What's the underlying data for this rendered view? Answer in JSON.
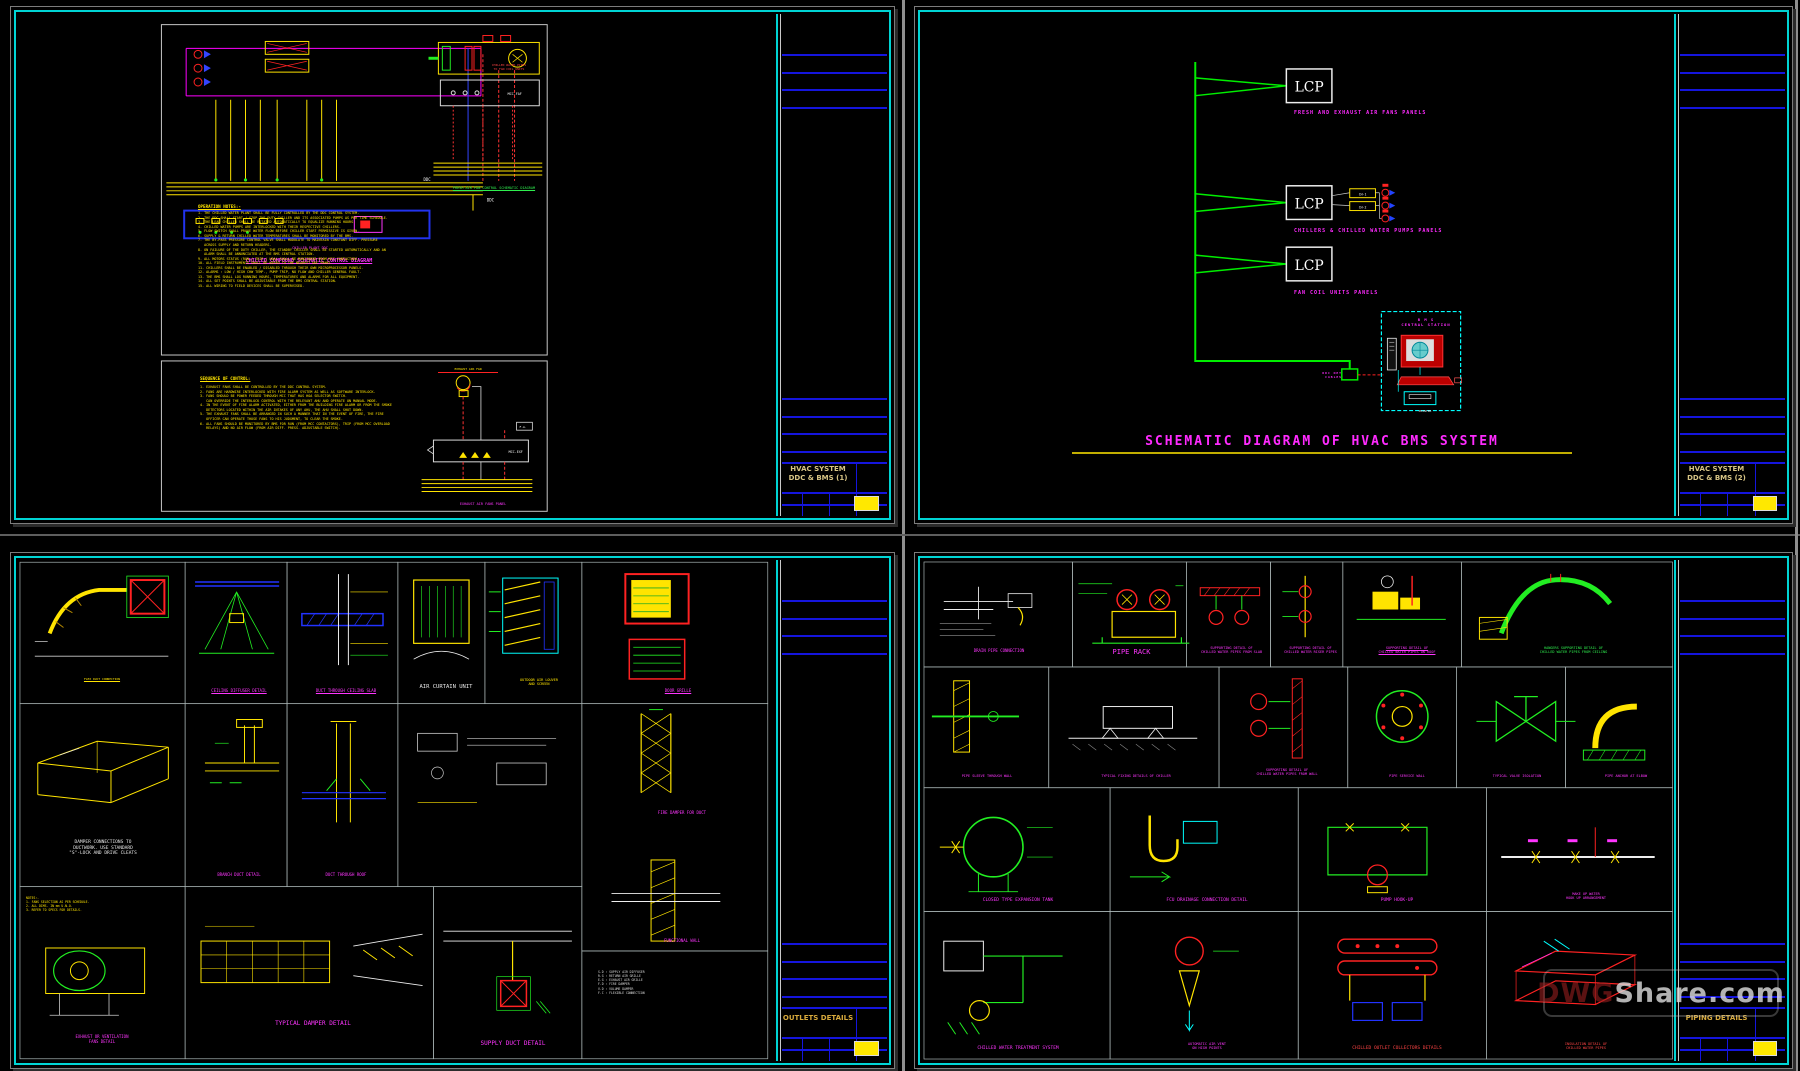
{
  "watermark": {
    "prefix": "DWG",
    "suffix": "Share.com"
  },
  "sheets": {
    "s1": {
      "tb": {
        "title": "HVAC SYSTEM\nDDC & BMS (1)"
      },
      "diagram1_title": "CHILLED COMPOUND SCHEMATIC CONTROL DIAGRAM",
      "diagram1_panel_label": "CHILLER PLANT DDC",
      "pipes_label": "CHILLED WATER PIPES\nTO FAN COIL UNITS",
      "ddc_label": "DDC",
      "diagram2_title": "FRESH AIR FAN CONTROL SCHEMATIC DIAGRAM",
      "ahu_panel_label": "MCC-FAF",
      "notes_heading": "OPERATION NOTES:-",
      "notes": [
        "1- THE CHILLED WATER PLANT SHALL BE FULLY CONTROLLED BY THE DDC CONTROL SYSTEM.",
        "2- THE DDC SHALL START / STOP THE DUTY CHILLER AND ITS ASSOCIATED PUMPS AS PER TIME SCHEDULE.",
        "3- THE LEAD CHILLER SHALL BE ROTATED AUTOMATICALLY TO EQUALIZE RUNNING HOURS.",
        "4- CHILLED WATER PUMPS ARE INTERLOCKED WITH THEIR RESPECTIVE CHILLERS.",
        "5- FLOW SWITCH SHALL PROVE WATER FLOW BEFORE CHILLER START PERMISSIVE IS GIVEN.",
        "6- SUPPLY & RETURN CHILLED WATER TEMPERATURES SHALL BE MONITORED BY THE BMS.",
        "7- THE BY-PASS PRESSURE CONTROL VALVE SHALL MODULATE TO MAINTAIN CONSTANT DIFF. PRESSURE",
        "   ACROSS SUPPLY AND RETURN HEADERS.",
        "8- ON FAILURE OF THE DUTY CHILLER, THE STANDBY CHILLER SHALL BE STARTED AUTOMATICALLY AND AN",
        "   ALARM SHALL BE ANNUNCIATED AT THE BMS CENTRAL STATION.",
        "9- ALL MOTORS STATUS (RUN / TRIP / HOA) SHALL BE MONITORED FROM MCC CONTACTORS.",
        "10- ALL FIELD INSTRUMENTS SHALL BE WIRED TO THE NEAREST DDC PANEL.",
        "11- CHILLERS SHALL BE ENABLED / DISABLED THROUGH THEIR OWN MICROPROCESSOR PANELS.",
        "12- ALARMS : LOW / HIGH CHW TEMP., PUMP TRIP, NO FLOW AND CHILLER GENERAL FAULT.",
        "13- THE BMS SHALL LOG RUNNING HOURS, TEMPERATURES AND ALARMS FOR ALL EQUIPMENT.",
        "14- ALL SET POINTS SHALL BE ADJUSTABLE FROM THE BMS CENTRAL STATION.",
        "15- ALL WIRING TO FIELD DEVICES SHALL BE SUPERVISED."
      ],
      "seq_heading": "SEQUENCE OF CONTROL:",
      "seq_notes": [
        "1- EXHAUST FANS SHALL BE CONTROLLED BY THE DDC CONTROL SYSTEM.",
        "2- FANS ARE HARDWIRE INTERLOCKED WITH FIRE ALARM SYSTEM AS WELL AS SOFTWARE INTERLOCK.",
        "3- FANS SHOULD BE POWER FEEDED THROUGH MCC THAT HAS HOA SELECTOR SWITCH.",
        "   CAN OVERRIDE THE INTERLOCK CONTROL WITH THE RELEVANT AHU AND OPERATE ON MANUAL MODE.",
        "4- IN THE EVENT OF FIRE ALARM ACTIVATED, EITHER FROM THE BUILDING FIRE ALARM OR FROM THE SMOKE",
        "   DETECTORS LOCATED WITHIN THE AIR INTAKES OF ANY AHU, THE AHU SHALL SHUT DOWN.",
        "5- THE EXHAUST FANS SHALL BE ARRANGED IN SUCH A MANNER THAT IN THE EVENT OF FIRE, THE FIRE",
        "   OFFICER CAN OPERATE THOSE FANS TO HIS JUDGMENT, TO CLEAR THE SMOKE.",
        "6- ALL FANS SHOULD BE MONITORED BY BMS FOR RUN (FROM MCC CONTACTORS), TRIP (FROM MCC OVERLOAD",
        "   RELAYS) AND NO AIR FLOW (FROM AIR DIFF. PRESS. ADJUSTABLE SWITCH)."
      ],
      "fan_label": "EXHAUST AIR FAN",
      "mcc_label": "MCC-EXF",
      "fa_label": "F.A.",
      "bus_title": "EXHAUST AIR FANS PANEL"
    },
    "s2": {
      "tb": {
        "title": "HVAC SYSTEM\nDDC & BMS (2)"
      },
      "lcp": "LCP",
      "panel1_label": "FRESH AND EXHAUST AIR FANS PANELS",
      "panel2_label": "CHILLERS & CHILLED WATER PUMPS PANELS",
      "panel3_label": "FAN COIL UNITS PANELS",
      "ch1": "CH-1",
      "ch2": "CH-2",
      "net_label": "DDC NET\nCABLES",
      "bms_label": "B M S\nCENTRAL STATION",
      "printer_label": "PRINTER",
      "main_title": "SCHEMATIC DIAGRAM OF HVAC BMS SYSTEM"
    },
    "s3": {
      "tb": {
        "title": "OUTLETS DETAILS"
      },
      "captions": {
        "c11": "FLEX DUCT CONNECTION",
        "c12": "CEILING DIFFUSER DETAIL",
        "c13": "DUCT THROUGH CEILING SLAB",
        "c14": "AIR CURTAIN UNIT",
        "c15": "OUTDOOR AIR LOUVER\nAND SCREEN",
        "c16": "DOOR GRILLE",
        "c21": "DAMPER CONNECTIONS TO\nDUCTWORK. USE STANDARD\n\"S\"-LOCK AND DRIVE CLEATS",
        "c22": "BRANCH DUCT DETAIL",
        "c23": "DUCT THROUGH ROOF",
        "c26a": "FIRE DAMPER FOR DUCT",
        "c26b": "FUNCTIONAL WALL",
        "c31": "EXHAUST OR VENTILATION\nFANS DETAIL",
        "c32": "TYPICAL DAMPER DETAIL",
        "c33": "SUPPLY DUCT DETAIL"
      },
      "notes": [
        "NOTES:-",
        "1- FANS SELECTION AS PER SCHEDULE.",
        "2- ALL DIMS. IN mm U.N.O.",
        "3- REFER TO SPECS FOR DETAILS."
      ],
      "legend": [
        "S.D : SUPPLY AIR DIFFUSER",
        "R.G : RETURN AIR GRILLE",
        "E.G : EXHAUST AIR GRILLE",
        "F.D : FIRE DAMPER",
        "V.D : VOLUME DAMPER",
        "F.C : FLEXIBLE CONNECTION"
      ]
    },
    "s4": {
      "tb": {
        "title": "PIPING DETAILS"
      },
      "captions": {
        "c11": "DRAIN PIPE CONNECTION",
        "c12": "PIPE RACK",
        "c13": "SUPPORTING DETAIL OF\nCHILLED WATER PIPES FROM SLAB",
        "c14": "SUPPORTING DETAIL OF\nCHILLED WATER RISER PIPES",
        "c15": "SUPPORTING DETAIL OF\nCHILLED WATER PIPES ON ROOF",
        "c16": "HANGERS SUPPORTING DETAIL OF\nCHILLED WATER PIPES FROM CEILING",
        "c21": "PIPE SLEEVE THROUGH WALL",
        "c22": "TYPICAL FIXING DETAILS OF CHILLER",
        "c23": "SUPPORTING DETAIL OF\nCHILLED WATER PIPES FROM WALL",
        "c24": "PIPE SERVICE WALL",
        "c25": "TYPICAL VALVE ISOLATION",
        "c26": "PIPE ANCHOR AT ELBOW",
        "c31": "CLOSED TYPE EXPANSION TANK",
        "c32": "FCU DRAINAGE CONNECTION DETAIL",
        "c33": "PUMP HOOK-UP",
        "c34": "MAKE UP WATER\nHOOK UP ARRANGEMENT",
        "c41": "CHILLED WATER TREATMENT SYSTEM",
        "c42": "AUTOMATIC AIR VENT\nON HIGH POINTS",
        "c43": "CHILLED OUTLET COLLECTORS DETAILS",
        "c44": "INSULATION DETAIL OF\nCHILLED WATER PIPES"
      }
    }
  }
}
